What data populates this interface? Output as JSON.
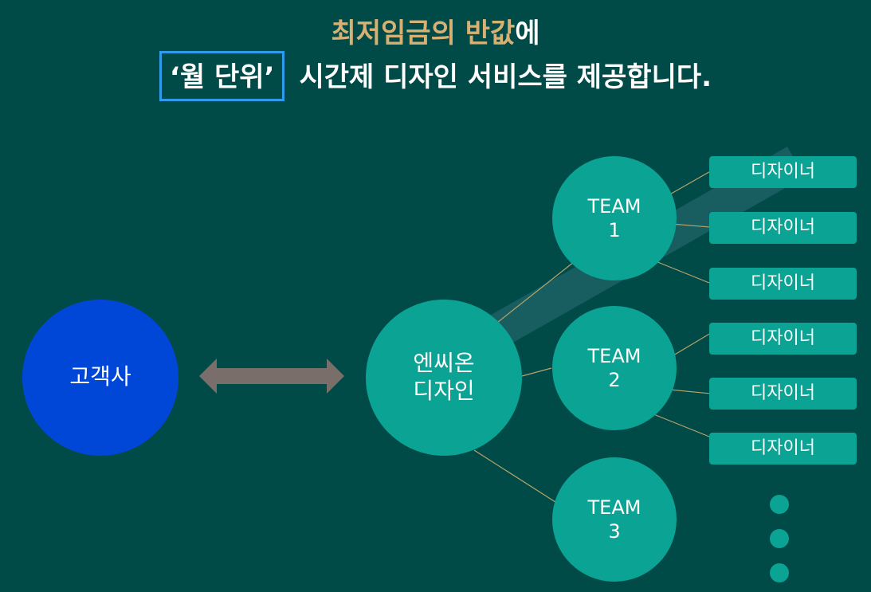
{
  "headline": {
    "line1_gold": "최저임금의 반값",
    "line1_rest": "에",
    "line2_boxed": "‘월 단위’",
    "line2_rest": "시간제 디자인 서비스를 제공합니다."
  },
  "nodes": {
    "client": "고객사",
    "company_line1": "엔씨온",
    "company_line2": "디자인",
    "teams": [
      {
        "line1": "TEAM",
        "line2": "1"
      },
      {
        "line1": "TEAM",
        "line2": "2"
      },
      {
        "line1": "TEAM",
        "line2": "3"
      }
    ],
    "designers": [
      "디자이너",
      "디자이너",
      "디자이너",
      "디자이너",
      "디자이너",
      "디자이너"
    ]
  },
  "colors": {
    "background": "#004a47",
    "gold": "#d7b174",
    "client": "#0047d8",
    "teal": "#0aa394",
    "arrow": "#7a6e6b",
    "box_border": "#2d9cea"
  }
}
